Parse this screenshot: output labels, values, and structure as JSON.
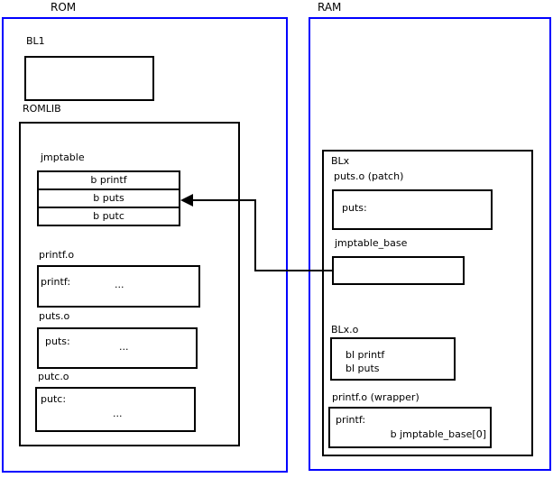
{
  "colors": {
    "frame": "#0000ff",
    "box": "#000000"
  },
  "rom": {
    "title": "ROM",
    "bl1_label": "BL1",
    "romlib_label": "ROMLIB",
    "jmptable": {
      "label": "jmptable",
      "rows": [
        "b printf",
        "b puts",
        "b putc"
      ]
    },
    "printf_o": {
      "label": "printf.o",
      "symbol": "printf:",
      "more": "..."
    },
    "puts_o": {
      "label": "puts.o",
      "symbol": "puts:",
      "more": "..."
    },
    "putc_o": {
      "label": "putc.o",
      "symbol": "putc:",
      "more": "..."
    }
  },
  "ram": {
    "title": "RAM",
    "blx_label": "BLx",
    "puts_patch": {
      "label": "puts.o (patch)",
      "symbol": "puts:"
    },
    "jmptable_base": {
      "label": "jmptable_base"
    },
    "blx_o": {
      "label": "BLx.o",
      "line1": "bl printf",
      "line2": "bl puts"
    },
    "printf_wrapper": {
      "label": "printf.o (wrapper)",
      "symbol": "printf:",
      "branch": "b jmptable_base[0]"
    }
  }
}
